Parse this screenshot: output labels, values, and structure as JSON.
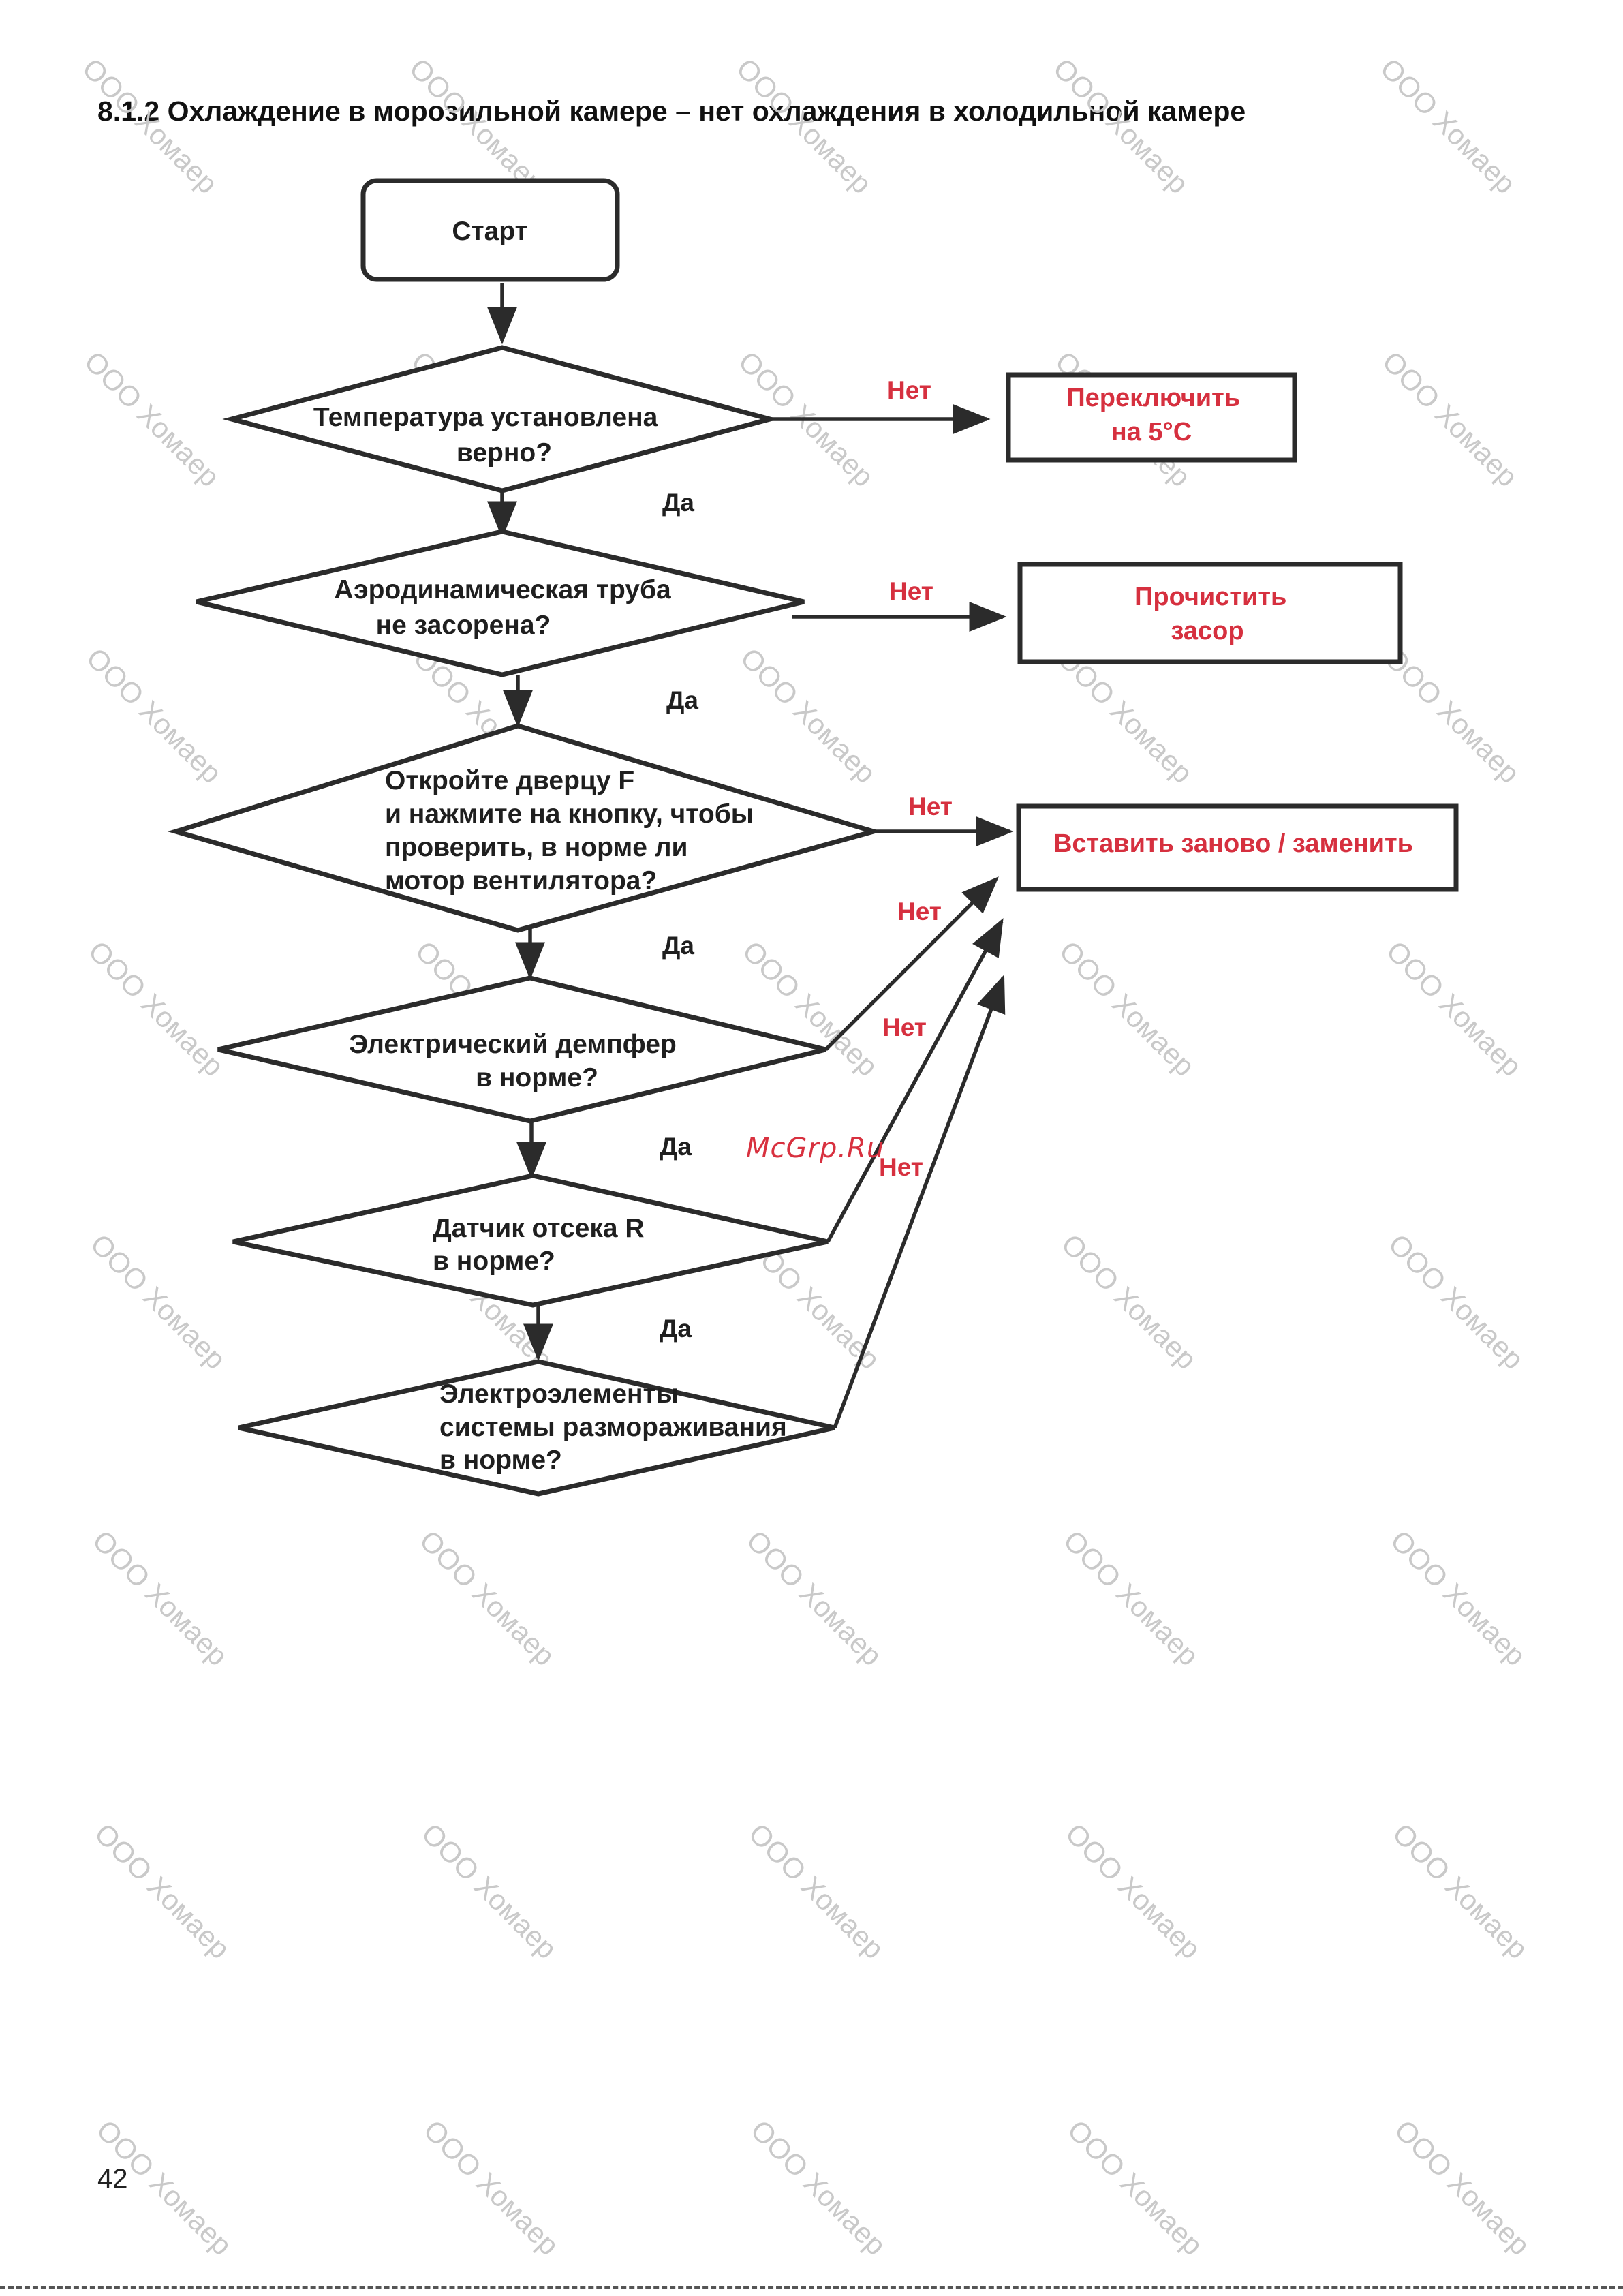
{
  "header": {
    "title": "8.1.2 Охлаждение в морозильной камере – нет охлаждения в холодильной камере"
  },
  "start": {
    "label": "Старт"
  },
  "decisions": [
    {
      "lines": [
        "Температура установлена",
        "верно?"
      ]
    },
    {
      "lines": [
        "Аэродинамическая труба",
        "не засорена?"
      ]
    },
    {
      "lines": [
        "Откройте дверцу F",
        "и нажмите на кнопку, чтобы",
        "проверить, в норме ли",
        "мотор вентилятора?"
      ]
    },
    {
      "lines": [
        "Электрический демпфер",
        "в норме?"
      ]
    },
    {
      "lines": [
        "Датчик отсека R",
        "в норме?"
      ]
    },
    {
      "lines": [
        "Электроэлементы",
        "системы размораживания",
        "в норме?"
      ]
    }
  ],
  "actions": [
    {
      "lines": [
        "Переключить",
        "на 5°C"
      ]
    },
    {
      "lines": [
        "Прочистить",
        "засор"
      ]
    },
    {
      "lines": [
        "Вставить заново / заменить"
      ]
    }
  ],
  "edge_labels": {
    "yes": "Да",
    "no": "Нет"
  },
  "watermark": {
    "text": "ООО Хомаер",
    "site": "McGrp.Ru"
  },
  "footer": {
    "page_number": "42"
  },
  "colors": {
    "accent_red": "#d6303f",
    "stroke": "#2b2b2b",
    "watermark": "#c9c9c9"
  }
}
